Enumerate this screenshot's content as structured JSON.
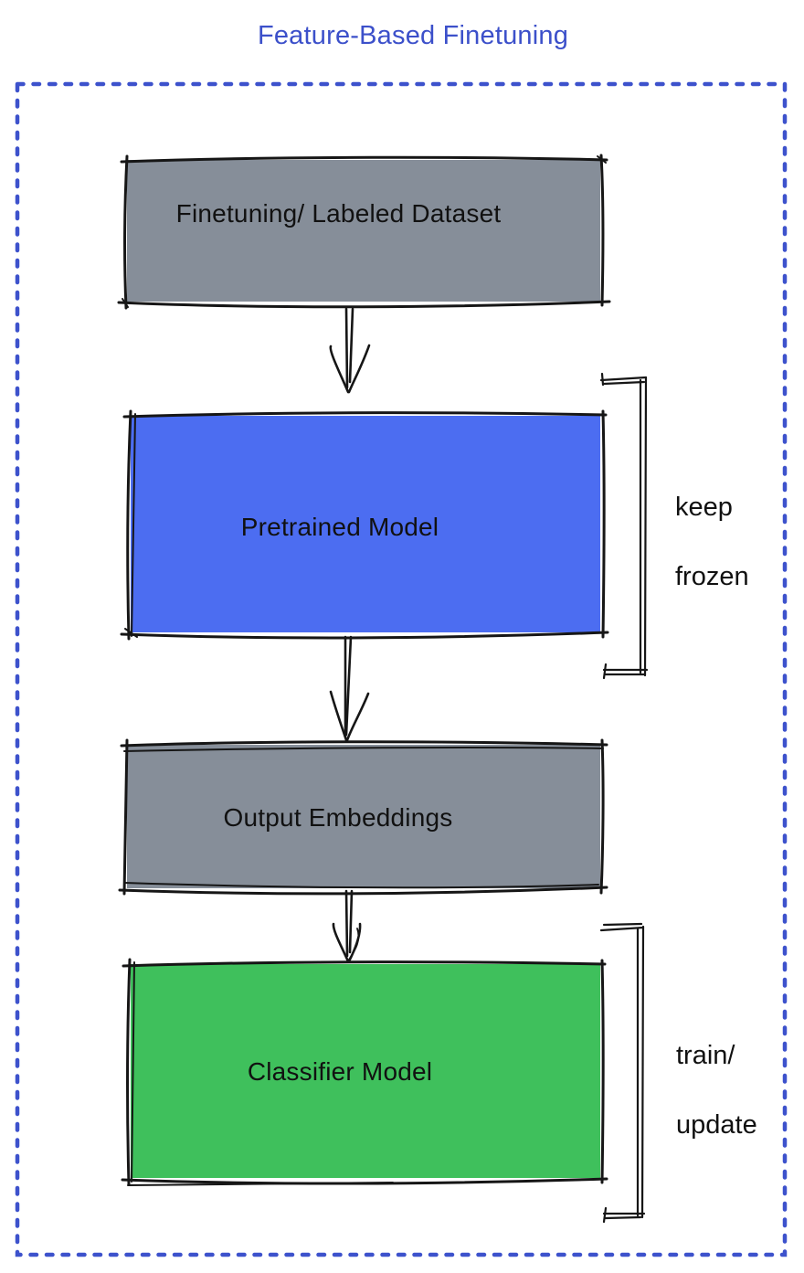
{
  "title": "Feature-Based Finetuning",
  "colors": {
    "title": "#3c50ca",
    "dotted_border": "#3d52cc",
    "gray": "#868e99",
    "blue": "#4c6df1",
    "green": "#3fc05c",
    "stroke": "#161616"
  },
  "nodes": [
    {
      "id": "dataset",
      "label": "Finetuning/ Labeled Dataset",
      "fill": "gray"
    },
    {
      "id": "pretrained",
      "label": "Pretrained Model",
      "fill": "blue"
    },
    {
      "id": "embeddings",
      "label": "Output Embeddings",
      "fill": "gray"
    },
    {
      "id": "classifier",
      "label": "Classifier Model",
      "fill": "green"
    }
  ],
  "annotations": [
    {
      "id": "keep-frozen",
      "target": "pretrained",
      "lines": [
        "keep",
        "frozen"
      ]
    },
    {
      "id": "train-update",
      "target": "classifier",
      "lines": [
        "train/",
        "update"
      ]
    }
  ],
  "flow": [
    "dataset -> pretrained",
    "pretrained -> embeddings",
    "embeddings -> classifier"
  ]
}
